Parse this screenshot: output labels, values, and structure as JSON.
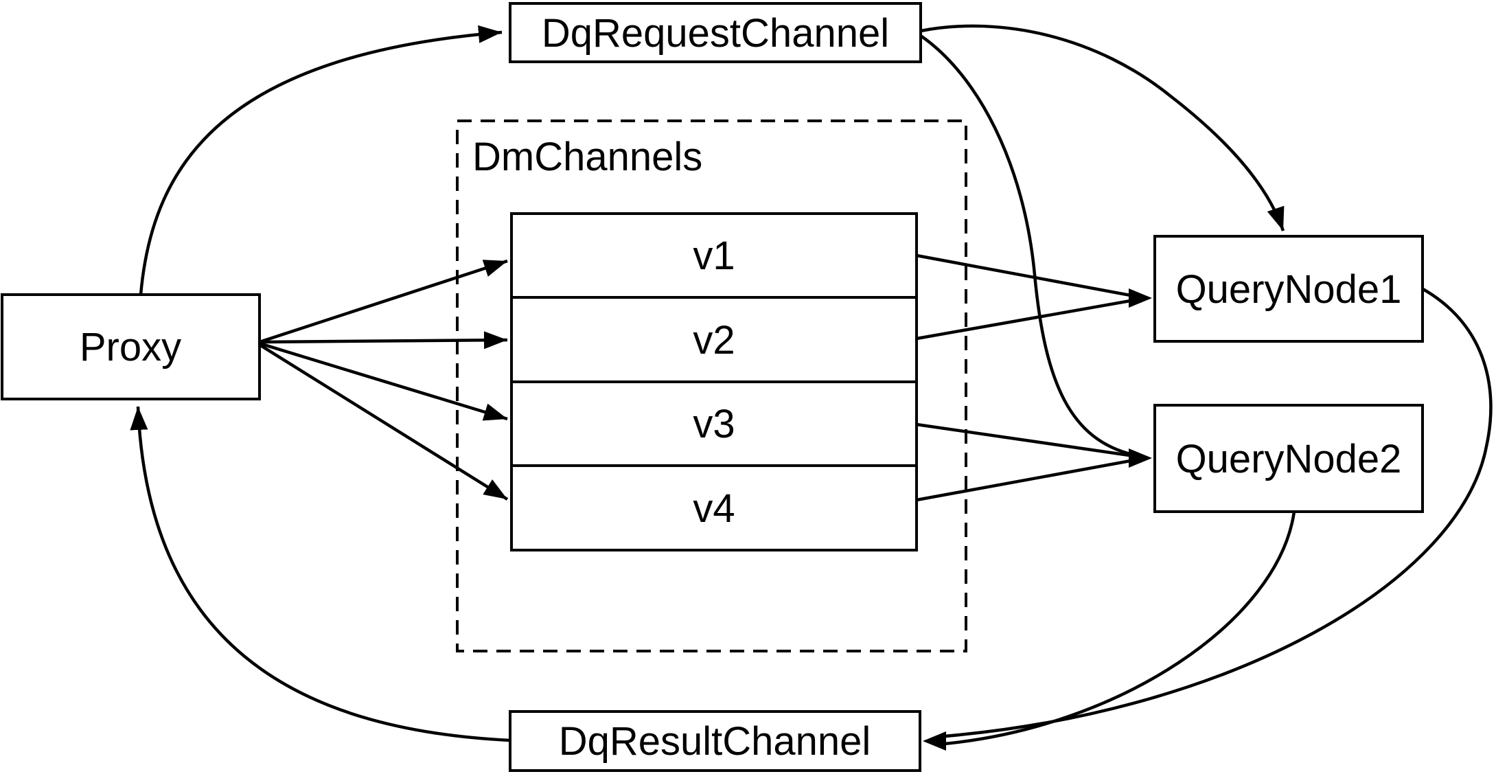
{
  "nodes": {
    "request_channel": "DqRequestChannel",
    "proxy": "Proxy",
    "dm_channels_group": "DmChannels",
    "channels": [
      "v1",
      "v2",
      "v3",
      "v4"
    ],
    "query_node_1": "QueryNode1",
    "query_node_2": "QueryNode2",
    "result_channel": "DqResultChannel"
  },
  "colors": {
    "stroke": "#000000",
    "node_fill": "#ffffff",
    "background": "#ffffff"
  }
}
